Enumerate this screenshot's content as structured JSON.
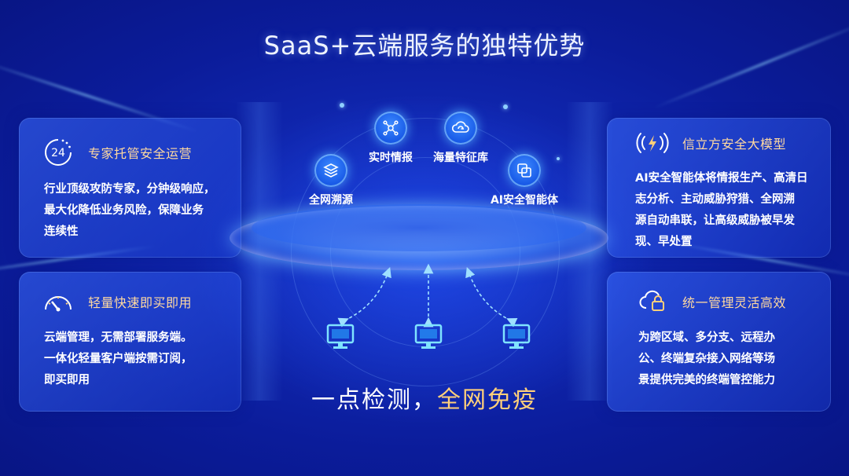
{
  "title": "SaaS+云端服务的独特优势",
  "slogan": {
    "part1": "一点检测，",
    "part2": "全网免疫"
  },
  "center_nodes": [
    {
      "label": "全网溯源",
      "icon": "layers-icon"
    },
    {
      "label": "实时情报",
      "icon": "network-icon"
    },
    {
      "label": "海量特征库",
      "icon": "cloud-sync-icon"
    },
    {
      "label": "AI安全智能体",
      "icon": "windows-icon"
    }
  ],
  "cards": {
    "left_top": {
      "title": "专家托管安全运营",
      "icon": "24h-icon",
      "icon_text": "24",
      "body": [
        "行业顶级攻防专家，分钟级响应，",
        "最大化降低业务风险，保障业务",
        "连续性"
      ]
    },
    "left_bottom": {
      "title": "轻量快速即买即用",
      "icon": "speedometer-icon",
      "body": [
        "云端管理，无需部署服务端。",
        "一体化轻量客户端按需订阅，",
        "即买即用"
      ]
    },
    "right_top": {
      "title": "信立方安全大模型",
      "icon": "signal-icon",
      "body": [
        "AI安全智能体将情报生产、高清日",
        "志分析、主动威胁狩猎、全网溯",
        "源自动串联，让高级威胁被早发",
        "现、早处置"
      ]
    },
    "right_bottom": {
      "title": "统一管理灵活高效",
      "icon": "cloud-lock-icon",
      "body": [
        "为跨区域、多分支、远程办",
        "公、终端复杂接入网络等场",
        "景提供完美的终端管控能力"
      ]
    }
  },
  "colors": {
    "accent": "#ffcf7a",
    "card_title": "#ffd9a0",
    "background": "#0b1c9a"
  }
}
